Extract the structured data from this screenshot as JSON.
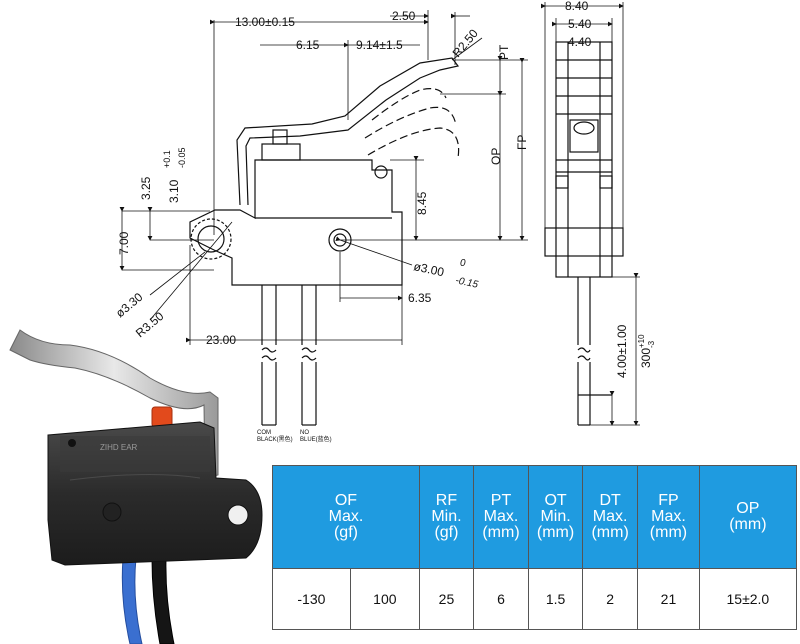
{
  "dimensions": {
    "d13": "13.00±0.15",
    "d615": "6.15",
    "d914": "9.14±1.5",
    "d250": "2.50",
    "r250": "R2.50",
    "pt": "PT",
    "op": "OP",
    "fp": "FP",
    "d325": "3.25",
    "d310": "3.10",
    "d310_sup": "+0.1",
    "d310_sub": "-0.05",
    "d700": "7.00",
    "d845": "8.45",
    "hole_dia": "ø3.00",
    "hole_tol_top": "0",
    "hole_tol_bot": "-0.15",
    "d635": "6.35",
    "d330": "ø3.30",
    "r350": "R3.50",
    "d2300": "23.00",
    "d840": "8.40",
    "d540": "5.40",
    "d440": "4.40",
    "d400": "4.00±1.00",
    "d300": "300",
    "d300_sup": "+10",
    "d300_sub": "-3",
    "wire_com": "COM\nBLACK(黑色)",
    "wire_no": "NO\nBLUE(蓝色)",
    "label_com": "COM",
    "label_black": "BLACK(黑色)",
    "label_no": "NO",
    "label_blue": "BLUE(蓝色)"
  },
  "photo": {
    "part_label": "ZIHD EAR"
  },
  "spec_table": {
    "headers": [
      "OF\nMax.\n(gf)",
      "RF\nMin.\n(gf)",
      "PT\nMax.\n(mm)",
      "OT\nMin.\n(mm)",
      "DT\nMax.\n(mm)",
      "FP\nMax.\n(mm)",
      "OP\n(mm)"
    ],
    "values": [
      "-130",
      "100",
      "25",
      "6",
      "1.5",
      "2",
      "21",
      "15±2.0"
    ]
  },
  "colors": {
    "header_bg": "#1f9be0",
    "wire_blue": "#3a6fd0",
    "actuator_red": "#e24a1c"
  }
}
